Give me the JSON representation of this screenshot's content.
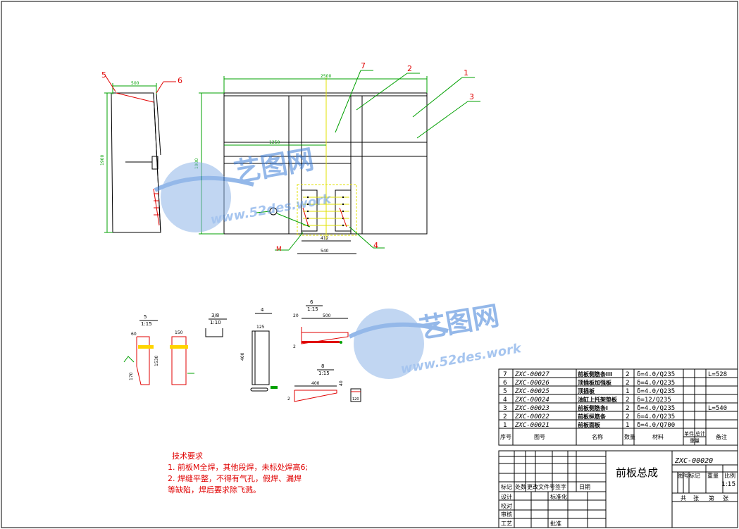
{
  "callouts": {
    "c1": "1",
    "c2": "2",
    "c3": "3",
    "c4": "4",
    "c5": "5",
    "c6": "6",
    "c7": "7",
    "cM": "M"
  },
  "dims": {
    "side_width": "500",
    "side_height": "1900",
    "front_width": "2500",
    "front_inner": "1250",
    "front_height": "1900",
    "small_inner": "412",
    "small_outer": "540"
  },
  "details": {
    "d5_title": "5",
    "d5_scale": "1:15",
    "d5_dim_top": "60",
    "d5_dim_h": "1530",
    "d5_dim_low": "170",
    "d5b_dim_top": "150",
    "d38_title": "3/8",
    "d38_scale": "1:10",
    "d4_title": "4",
    "d4_dim_w": "125",
    "d4_dim_h": "400",
    "d6_title": "6",
    "d6_scale": "1:15",
    "d6_dim_top": "20",
    "d6_dim_w": "500",
    "d6_dim_left": "2",
    "d8_title": "8",
    "d8_scale": "1:15",
    "d8_dim_w": "400",
    "d8_dim_h": "40",
    "d8_dim_left": "2",
    "d8_dim_box": "120"
  },
  "watermark": {
    "brand": "艺图网",
    "url": "www.52des.work"
  },
  "tech_notes": {
    "title": "技术要求",
    "line1": "1. 前板M全焊，其他段焊，未标处焊高6;",
    "line2": "2. 焊缝平整，不得有气孔，假焊、漏焊",
    "line3": "等缺陷，焊后要求除飞溅。"
  },
  "bom": {
    "rows": [
      {
        "no": "7",
        "code": "ZXC-00027",
        "name": "前板侧筋条III",
        "qty": "2",
        "material": "δ=4.0/Q235",
        "note": "L=528"
      },
      {
        "no": "6",
        "code": "ZXC-00026",
        "name": "顶插板加强板",
        "qty": "2",
        "material": "δ=4.0/Q235",
        "note": ""
      },
      {
        "no": "5",
        "code": "ZXC-00025",
        "name": "顶插板",
        "qty": "1",
        "material": "δ=4.0/Q235",
        "note": ""
      },
      {
        "no": "4",
        "code": "ZXC-00024",
        "name": "油缸上托架垫板",
        "qty": "2",
        "material": "δ=12/Q235",
        "note": ""
      },
      {
        "no": "3",
        "code": "ZXC-00023",
        "name": "前板侧筋条I",
        "qty": "2",
        "material": "δ=4.0/Q235",
        "note": "L=540"
      },
      {
        "no": "2",
        "code": "ZXC-00022",
        "name": "前板纵筋条",
        "qty": "2",
        "material": "δ=4.0/Q235",
        "note": ""
      },
      {
        "no": "1",
        "code": "ZXC-00021",
        "name": "前板面板",
        "qty": "1",
        "material": "δ=4.0/Q700",
        "note": ""
      }
    ],
    "headers": {
      "no": "序号",
      "code": "图号",
      "name": "名称",
      "qty": "数量",
      "material": "材料",
      "unit_weight": "单件",
      "total_weight": "总计",
      "weight": "重量",
      "note": "备注"
    }
  },
  "title_block": {
    "drawing_no": "ZXC-00020",
    "title": "前板总成",
    "stage_mark": "图号标记",
    "weight_label": "重量",
    "scale_label": "比例",
    "scale": "1:15",
    "sheets_total": "共",
    "sheets_unit1": "张",
    "sheet_no": "第",
    "sheets_unit2": "张",
    "rev_mark": "标记",
    "rev_count": "处数",
    "rev_zone": "更改文件号",
    "rev_sign": "签字",
    "rev_date": "日期",
    "design": "设计",
    "standard": "标准化",
    "check": "校对",
    "review": "审核",
    "process": "工艺",
    "approve": "批准"
  }
}
